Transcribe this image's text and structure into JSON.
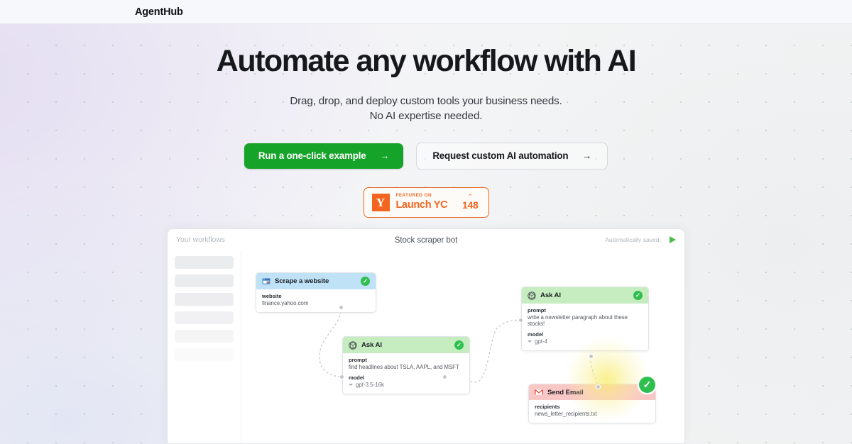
{
  "header": {
    "brand": "AgentHub"
  },
  "hero": {
    "title": "Automate any workflow with AI",
    "subtitle_line1": "Drag, drop, and deploy custom tools your business needs.",
    "subtitle_line2": "No AI expertise needed.",
    "primary_cta": "Run a one-click example",
    "primary_cta_arrow": "→",
    "secondary_cta": "Request custom AI automation",
    "secondary_cta_arrow": "→",
    "primary_color": "#16a329"
  },
  "yc_badge": {
    "logo_letter": "Y",
    "featured_on": "FEATURED ON",
    "program": "Launch YC",
    "upvote_caret": "⌃",
    "upvote_count": "148",
    "accent_color": "#f4651f"
  },
  "workflow": {
    "sidebar_label": "Your workflows",
    "title": "Stock scraper bot",
    "saved_status": "Automatically saved.",
    "run_icon": "play-icon",
    "skeleton_count": 6,
    "nodes": [
      {
        "id": "scrape",
        "title": "Scrape a website",
        "icon": "browser-icon",
        "header_color": "#bfe2f7",
        "status": "complete",
        "fields": [
          {
            "label": "website",
            "value": "finance.yahoo.com",
            "type": "text"
          }
        ]
      },
      {
        "id": "ask-ai-1",
        "title": "Ask AI",
        "icon": "openai-icon",
        "header_color": "#c6edc0",
        "status": "complete",
        "fields": [
          {
            "label": "prompt",
            "value": "find headlines about TSLA, AAPL, and MSFT",
            "type": "text"
          },
          {
            "label": "model",
            "value": "gpt-3.5-16k",
            "type": "select"
          }
        ]
      },
      {
        "id": "ask-ai-2",
        "title": "Ask AI",
        "icon": "openai-icon",
        "header_color": "#c6edc0",
        "status": "complete",
        "fields": [
          {
            "label": "prompt",
            "value": "write a newsletter paragraph about these stocks!",
            "type": "text"
          },
          {
            "label": "model",
            "value": "gpt-4",
            "type": "select"
          }
        ]
      },
      {
        "id": "send-email",
        "title": "Send Email",
        "icon": "gmail-icon",
        "header_color": "#fac7c7",
        "status": "complete",
        "fields": [
          {
            "label": "recipients",
            "value": "news_letter_recipients.txt",
            "type": "text"
          }
        ]
      }
    ],
    "check_glyph": "✓"
  }
}
